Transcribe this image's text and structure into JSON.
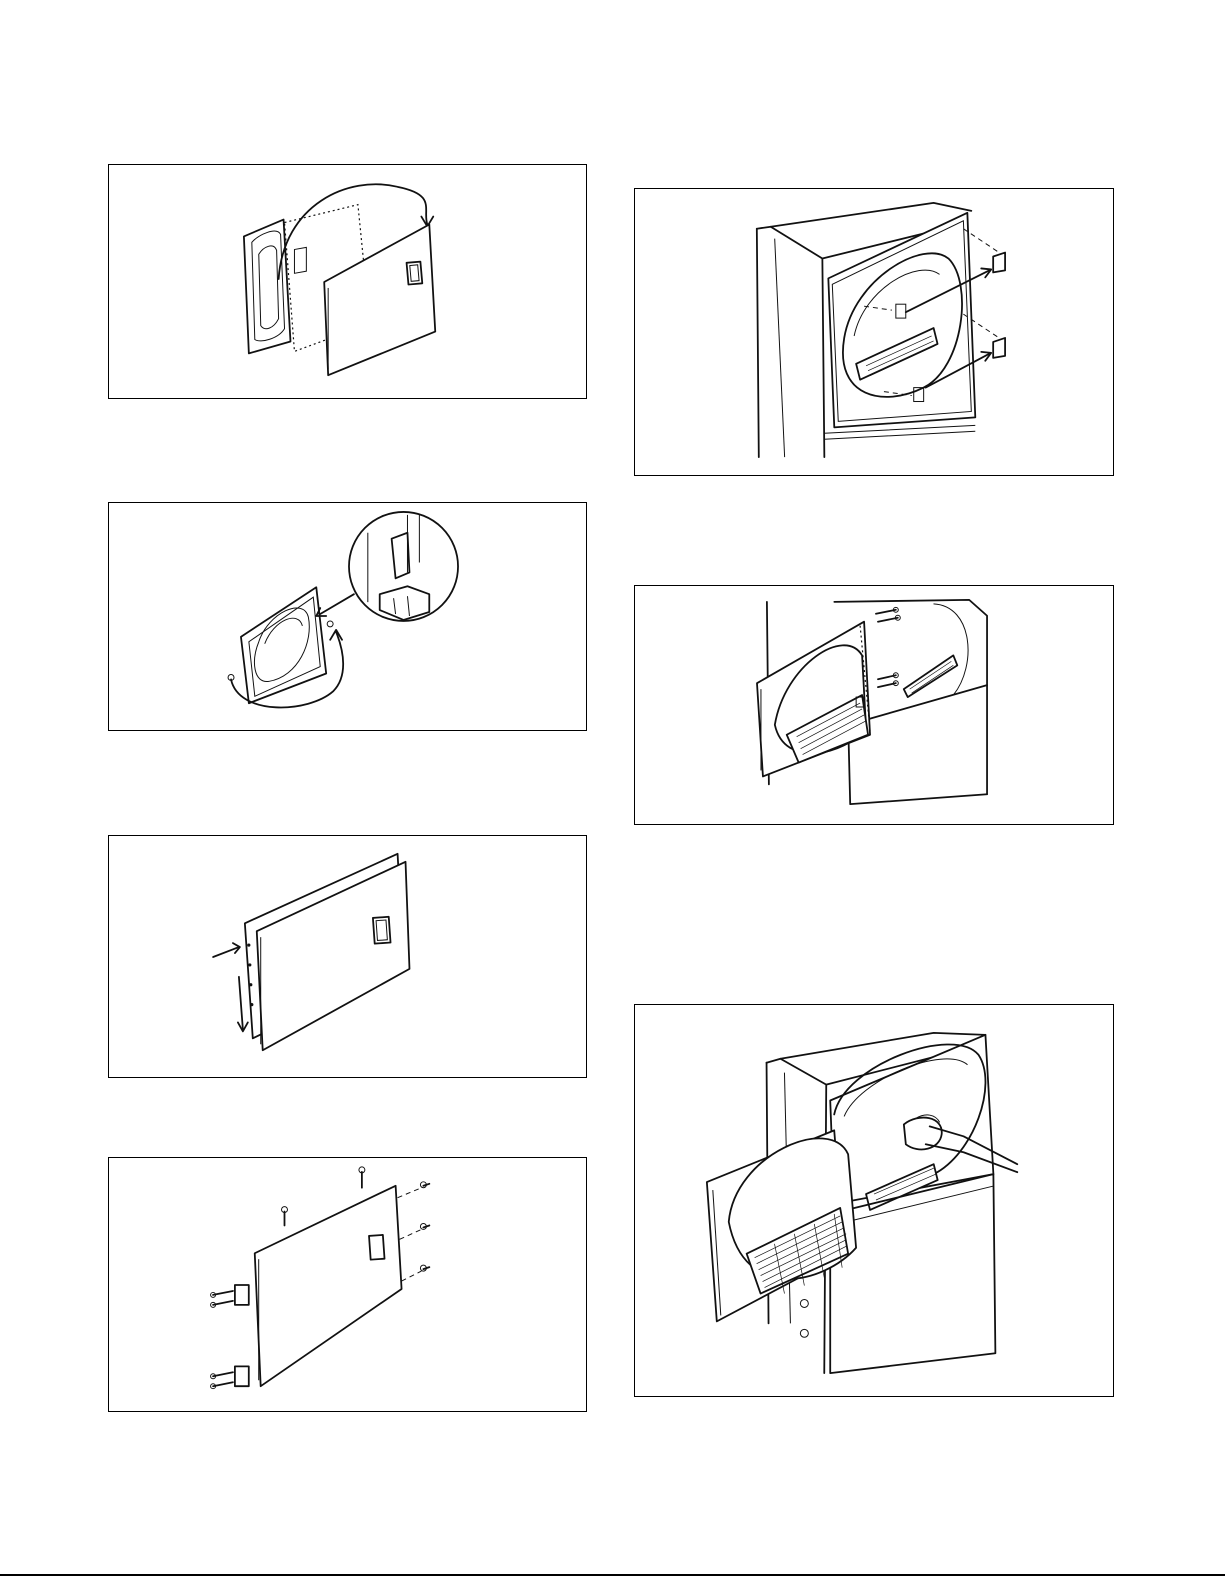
{
  "page": {
    "figures": [
      {
        "id": "fig-a",
        "icon": "door-panel-reverse-icon"
      },
      {
        "id": "fig-b",
        "icon": "hinge-relocation-icon"
      },
      {
        "id": "fig-c",
        "icon": "door-panel-slide-icon"
      },
      {
        "id": "fig-d",
        "icon": "door-screws-icon"
      },
      {
        "id": "fig-e",
        "icon": "strike-plate-icon"
      },
      {
        "id": "fig-f",
        "icon": "door-mounted-icon"
      },
      {
        "id": "fig-g",
        "icon": "door-cleaning-icon"
      }
    ]
  },
  "colors": {
    "line": "#111111",
    "background": "#ffffff",
    "frame": "#000000"
  }
}
